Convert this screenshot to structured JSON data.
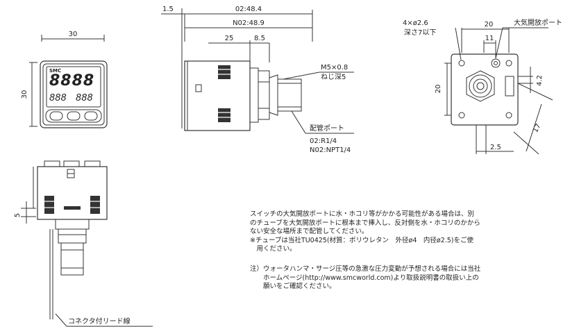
{
  "front_view": {
    "width_label": "30",
    "height_label": "30",
    "brand": "SMC",
    "main_digits": "8888",
    "sub_left": "888",
    "sub_right": "888"
  },
  "side_view": {
    "dim_15": "1.5",
    "dim_total": "02:48.4",
    "dim_total_npt": "N02:48.9",
    "dim_25": "25",
    "dim_85": "8.5",
    "thread_label": "M5×0.8",
    "thread_depth": "ねじ深5",
    "port_label": "配管ポート",
    "port_r": "02:R1/4",
    "port_npt": "N02:NPT1/4"
  },
  "back_view": {
    "holes_label": "4×ø2.6",
    "holes_depth": "深さ7以下",
    "dim_20_top": "20",
    "dim_11": "11",
    "vent_label": "大気開放ポート",
    "dim_20_left": "20",
    "dim_42": "4.2",
    "dim_17": "17",
    "dim_25": "2.5"
  },
  "bottom_view": {
    "dim_5": "5",
    "connector_label": "コネクタ付リード線"
  },
  "notes": {
    "p1_l1": "スイッチの大気開放ポートに水・ホコリ等がかかる可能性がある場合は、別",
    "p1_l2": "のチューブを大気開放ポートに根本まで挿入し、反対側を水・ホコリのかから",
    "p1_l3": "ない安全な場所まで配管してください。",
    "p1_l4": "※チューブは当社TU0425(材質：ポリウレタン　外径ø4　内径ø2.5)をご使",
    "p1_l5": "　用ください。",
    "p2_l1": "注）ウォータハンマ・サージ圧等の急激な圧力変動が予想される場合には当社",
    "p2_l2": "　　ホームページ(http://www.smcworld.com)より取扱説明書の取扱い上の",
    "p2_l3": "　　願いをご確認ください。"
  }
}
